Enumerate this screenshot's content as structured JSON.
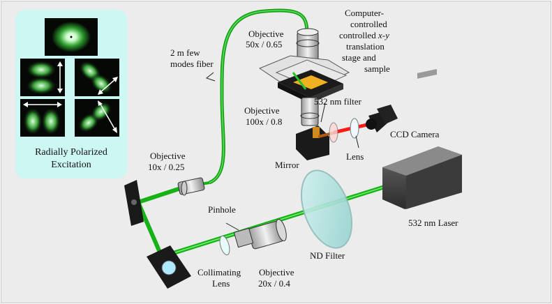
{
  "inset": {
    "caption_line1": "Radially Polarized",
    "caption_line2": "Excitation"
  },
  "labels": {
    "fiber_line1": "2 m few",
    "fiber_line2": "modes fiber",
    "objective_50x_name": "Objective",
    "objective_50x_spec": "50x / 0.65",
    "stage_line1": "Computer-",
    "stage_line2": "controlled",
    "stage_line3a": "controlled ",
    "stage_line3b": "x-y",
    "stage_line4": "translation",
    "stage_line5": "stage and",
    "stage_line6": "sample",
    "objective_100x_name": "Objective",
    "objective_100x_spec": "100x / 0.8",
    "filter_532": "532 nm filter",
    "ccd_camera": "CCD Camera",
    "lens": "Lens",
    "mirror": "Mirror",
    "objective_10x_name": "Objective",
    "objective_10x_spec": "10x / 0.25",
    "pinhole": "Pinhole",
    "laser": "532 nm Laser",
    "nd_filter": "ND Filter",
    "objective_20x_name": "Objective",
    "objective_20x_spec": "20x / 0.4",
    "collimating_line1": "Collimating",
    "collimating_line2": "Lens"
  },
  "colors": {
    "beam_green": "#16b216",
    "beam_red": "#ff1a1a",
    "inset_background": "#ccf7f3",
    "nd_filter": "#8fd0cc"
  }
}
